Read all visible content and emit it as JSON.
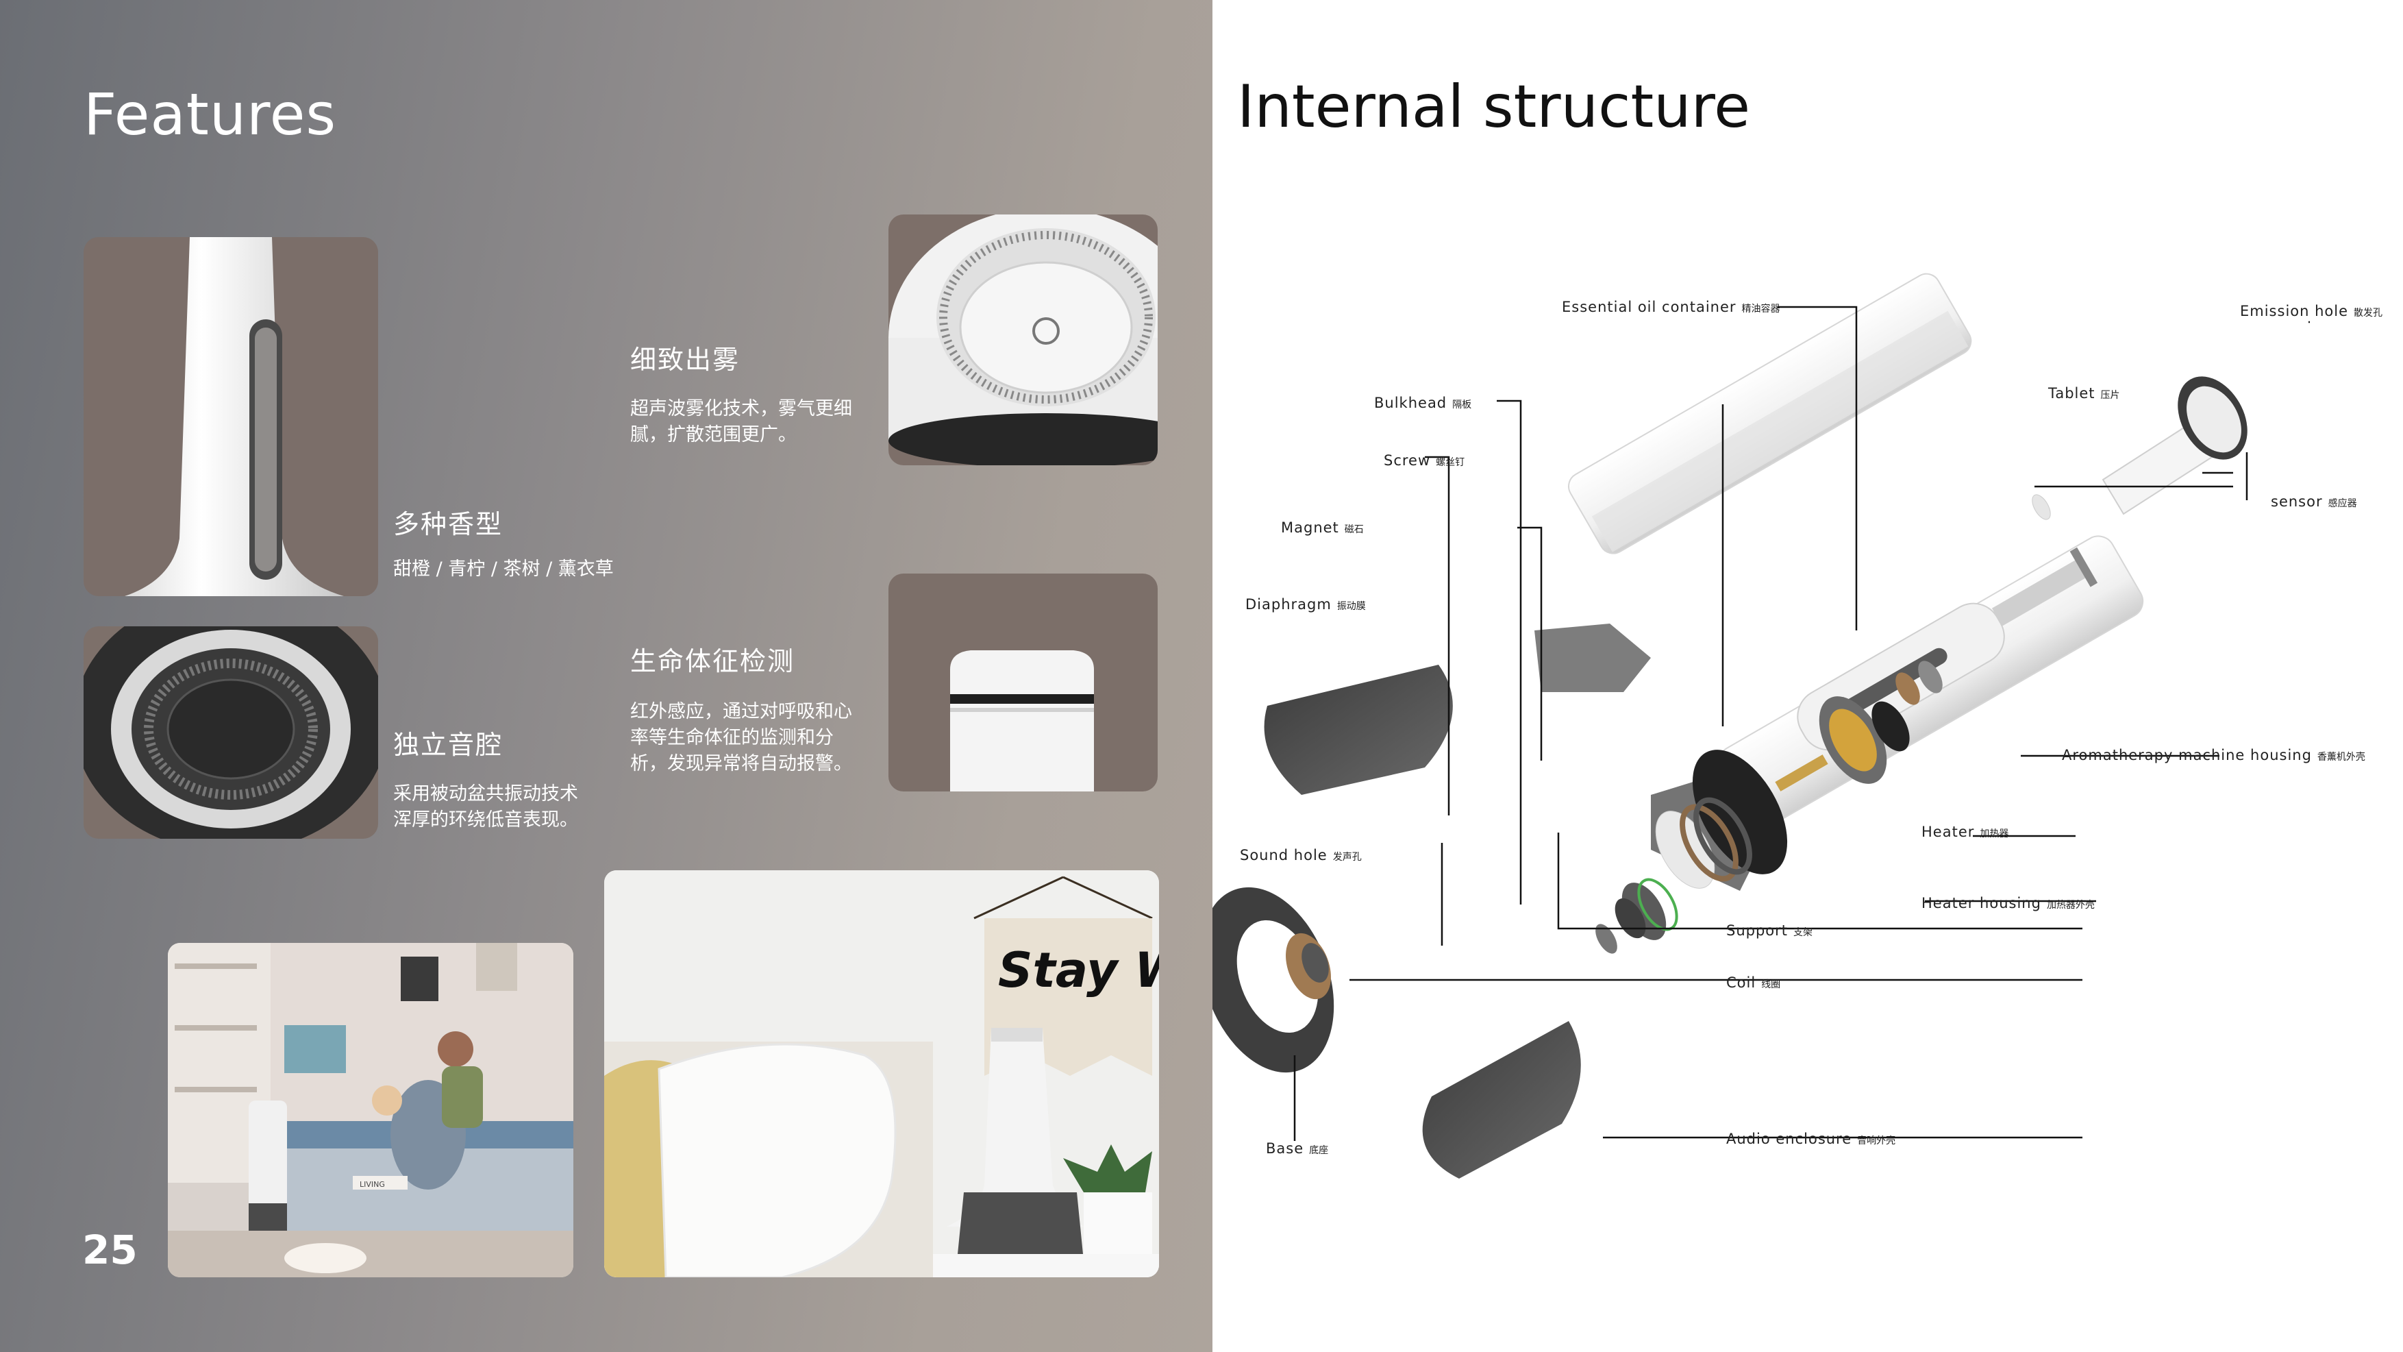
{
  "left": {
    "title": "Features",
    "page_number": "25",
    "features": [
      {
        "title": "细致出雾",
        "desc": [
          "超声波雾化技术，雾气更细",
          "腻，扩散范围更广。"
        ]
      },
      {
        "title": "多种香型",
        "desc": [
          "甜橙 / 青柠 / 茶树 / 薰衣草"
        ]
      },
      {
        "title": "生命体征检测",
        "desc": [
          "红外感应，通过对呼吸和心",
          "率等生命体征的监测和分",
          "析，发现异常将自动报警。"
        ]
      },
      {
        "title": "独立音腔",
        "desc": [
          "采用被动盆共振动技术",
          "浑厚的环绕低音表现。"
        ]
      }
    ],
    "poster_text": "Stay Weird",
    "book_text": "LIVING"
  },
  "right": {
    "title": "Internal structure",
    "labels": [
      {
        "en": "Essential oil container",
        "zh": "精油容器"
      },
      {
        "en": "Emission hole",
        "zh": "散发孔"
      },
      {
        "en": "Tablet",
        "zh": "压片"
      },
      {
        "en": "Bulkhead",
        "zh": "隔板"
      },
      {
        "en": "Screw",
        "zh": "螺丝钉"
      },
      {
        "en": "sensor",
        "zh": "感应器"
      },
      {
        "en": "Magnet",
        "zh": "磁石"
      },
      {
        "en": "Diaphragm",
        "zh": "振动膜"
      },
      {
        "en": "Aromatherapy machine housing",
        "zh": "香薰机外壳"
      },
      {
        "en": "Heater",
        "zh": "加热器"
      },
      {
        "en": "Sound hole",
        "zh": "发声孔"
      },
      {
        "en": "Heater housing",
        "zh": "加热器外壳"
      },
      {
        "en": "Support",
        "zh": "支架"
      },
      {
        "en": "Coil",
        "zh": "线圈"
      },
      {
        "en": "Base",
        "zh": "底座"
      },
      {
        "en": "Audio enclosure",
        "zh": "音响外壳"
      }
    ]
  }
}
